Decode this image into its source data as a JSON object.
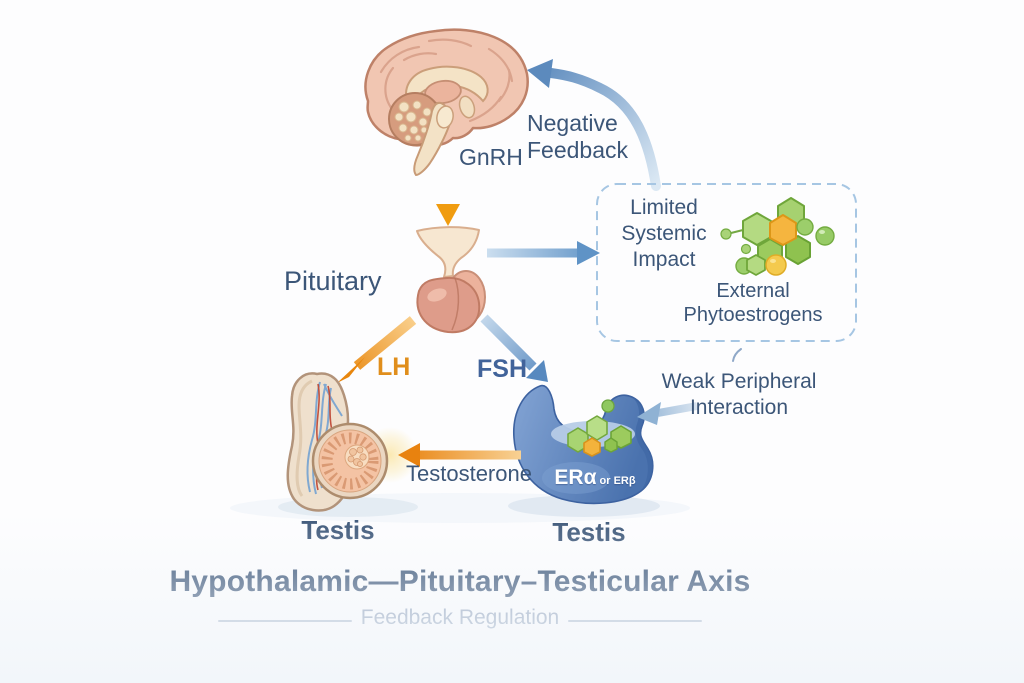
{
  "header": {
    "title": "Hypothalamic—Pituitary–Testicular Axis",
    "subtitle": "Feedback Regulation"
  },
  "nodes": {
    "hypothalamus": {
      "icon": "brain-icon"
    },
    "pituitary": {
      "label": "Pituitary",
      "icon": "pituitary-gland-icon"
    },
    "testis_left": {
      "label": "Testis",
      "icon": "testis-icon"
    },
    "testis_right": {
      "label": "Testis",
      "icon": "estrogen-receptor-icon",
      "receptor_text_main": "ERα",
      "receptor_text_sub": "or ERβ"
    },
    "phytoestrogen_panel": {
      "impact_note": "Limited Systemic Impact",
      "source_label": "External Phytoestrogens",
      "icon": "phytoestrogen-molecule-icon"
    }
  },
  "edges": {
    "gnrh": {
      "label": "GnRH",
      "color": "#F2A21C"
    },
    "negative_feedback": {
      "label": "Negative Feedback",
      "color": "#6D94C2"
    },
    "lh": {
      "label": "LH",
      "color": "#E8941C"
    },
    "fsh": {
      "label": "FSH",
      "color": "#5789BF"
    },
    "testosterone": {
      "label": "Testosterone",
      "color": "#EE8A12"
    },
    "systemic_impact": {
      "color": "#6D9CC9"
    },
    "weak_interaction": {
      "label": "Weak Peripheral Interaction",
      "color": "#9FBEDC"
    }
  },
  "colors": {
    "text": "#3C5678",
    "title": "#2F4B70",
    "subtitle": "#8094B2",
    "panel_border": "#A6C6E3",
    "molecule_green": "#9CCB5E",
    "molecule_orange": "#F5B53F",
    "receptor_blue": "#5C84C0",
    "background": "#FDFDFE"
  }
}
